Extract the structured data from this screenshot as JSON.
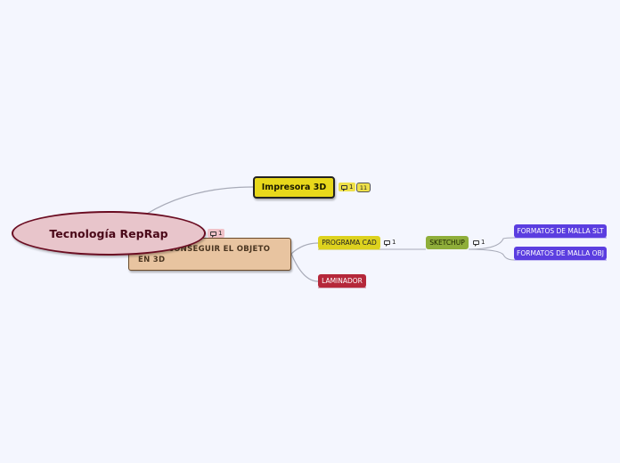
{
  "root": {
    "label": "Tecnología RepRap",
    "comment_count": "1"
  },
  "printer": {
    "label": "Impresora 3D",
    "comment_count": "1",
    "child_count": "11"
  },
  "object": {
    "label": "CÓMO CONSEGUIR EL OBJETO EN 3D"
  },
  "cad": {
    "label": "PROGRAMA CAD",
    "comment_count": "1"
  },
  "laminador": {
    "label": "LAMINADOR"
  },
  "sketchup": {
    "label": "SKETCHUP",
    "comment_count": "1"
  },
  "formats": [
    {
      "label": "FORMATOS DE MALLA SLT"
    },
    {
      "label": "FORMATOS DE MALLA OBJ"
    }
  ],
  "colors": {
    "root": "#e8c5cb",
    "printer": "#e8d81b",
    "object": "#e8c4a0",
    "cad": "#ddd21e",
    "laminador": "#b5283a",
    "sketchup": "#8fae3a",
    "formats": "#5b3ee0"
  }
}
